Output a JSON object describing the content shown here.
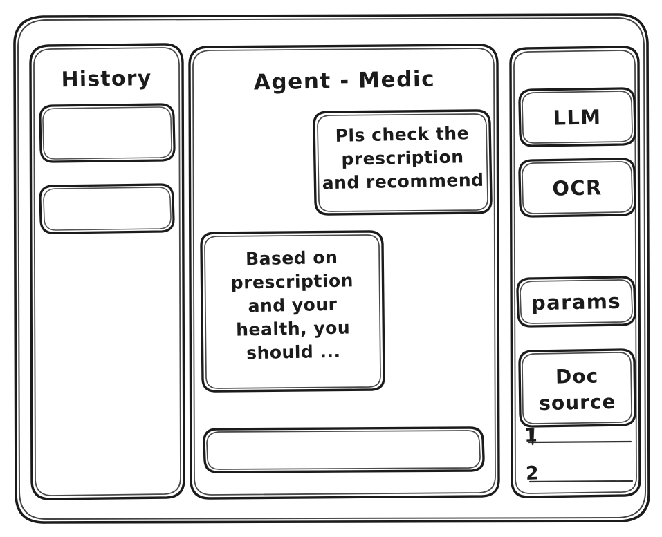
{
  "meta": {
    "style": "hand-drawn wireframe sketch",
    "stroke_color": "#1b1b1b",
    "background_color": "#ffffff"
  },
  "window": {
    "frame_label": "app-window"
  },
  "sidebar_left": {
    "title": "History",
    "items": [
      {
        "label": ""
      },
      {
        "label": ""
      }
    ]
  },
  "main": {
    "title": "Agent - Medic",
    "messages": [
      {
        "role": "user",
        "text": "Pls check the\nprescription\nand recommend"
      },
      {
        "role": "assistant",
        "text": "Based on\nprescription\nand your\nhealth, you\nshould ..."
      }
    ],
    "composer": {
      "value": "",
      "placeholder": ""
    }
  },
  "sidebar_right": {
    "buttons": [
      {
        "label": "LLM"
      },
      {
        "label": "OCR"
      },
      {
        "label": "params"
      },
      {
        "label": "Doc\nsource"
      }
    ],
    "doc_list": [
      {
        "label": "1"
      },
      {
        "label": "2"
      }
    ]
  }
}
